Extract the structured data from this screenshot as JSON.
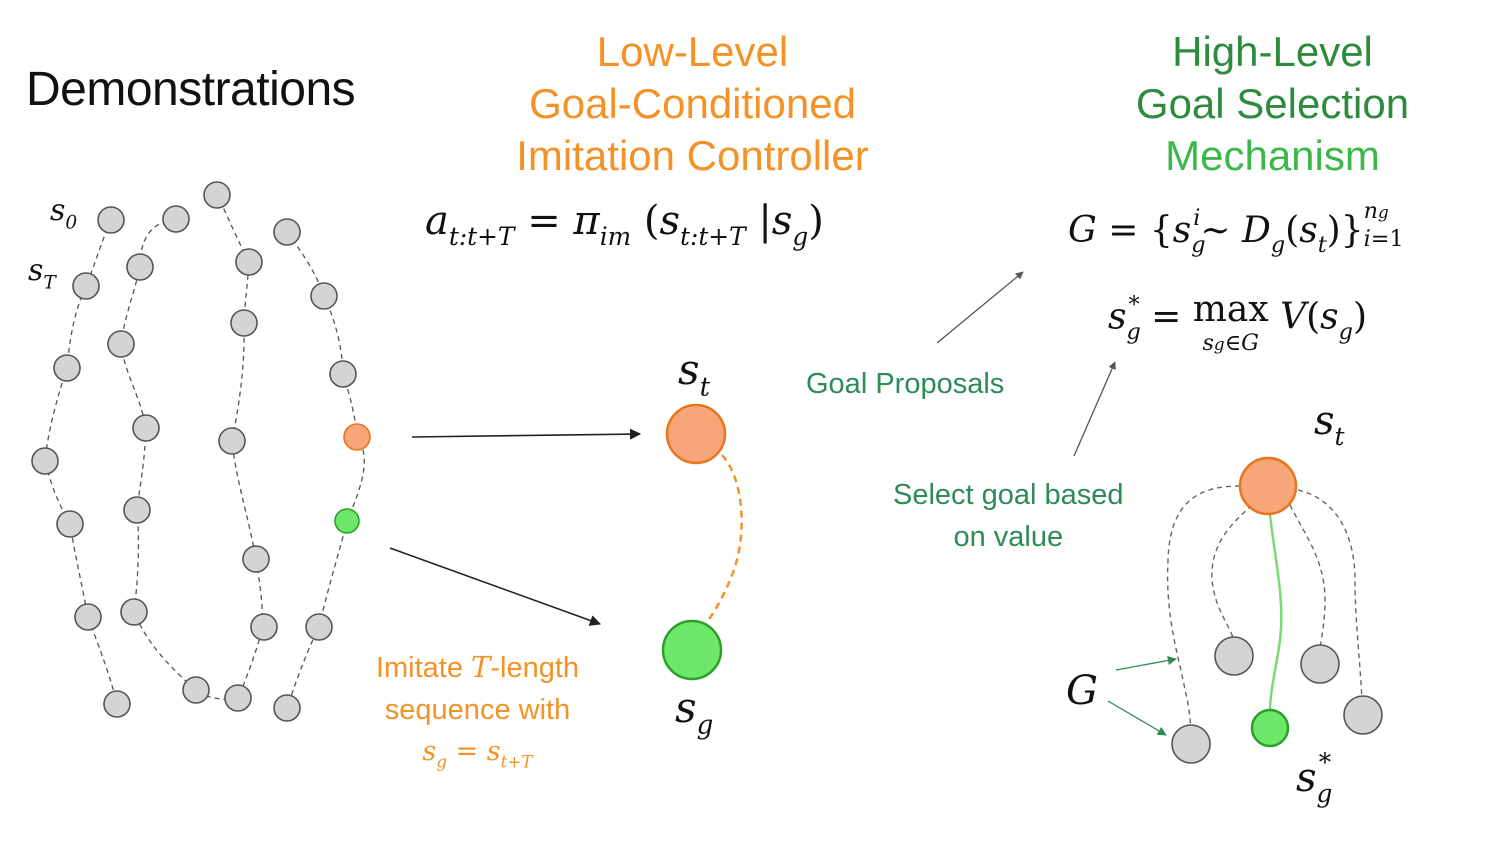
{
  "titles": {
    "demonstrations": "Demonstrations",
    "low_level": [
      "Low-Level",
      "Goal-Conditioned",
      "Imitation Controller"
    ],
    "high_level": [
      "High-Level",
      "Goal Selection",
      "Mechanism"
    ]
  },
  "equations": {
    "policy": "a_{t:t+T} = π_im (s_{t:t+T} | s_g)",
    "goal_set": "G = {s_g^i ∼ D_g(s_t)}_{i=1}^{n_g}",
    "goal_select": "s_g^* = max_{s_g∈G} V(s_g)"
  },
  "labels": {
    "s0": "s₀",
    "sT": "s_T",
    "st": "s_t",
    "sg": "s_g",
    "G": "G",
    "sg_star": "s_g^*",
    "goal_proposals": "Goal Proposals",
    "select_goal": [
      "Select goal based",
      "on value"
    ],
    "imitate": [
      "Imitate T-length",
      "sequence with",
      "s_g = s_{t+T}"
    ]
  },
  "colors": {
    "orange": "#f39227",
    "node_orange": "#f7a67a",
    "node_green": "#6ee86b",
    "node_gray": "#d4d4d4",
    "green_text": "#2e8b57",
    "high_title": "#2e8b3e"
  }
}
